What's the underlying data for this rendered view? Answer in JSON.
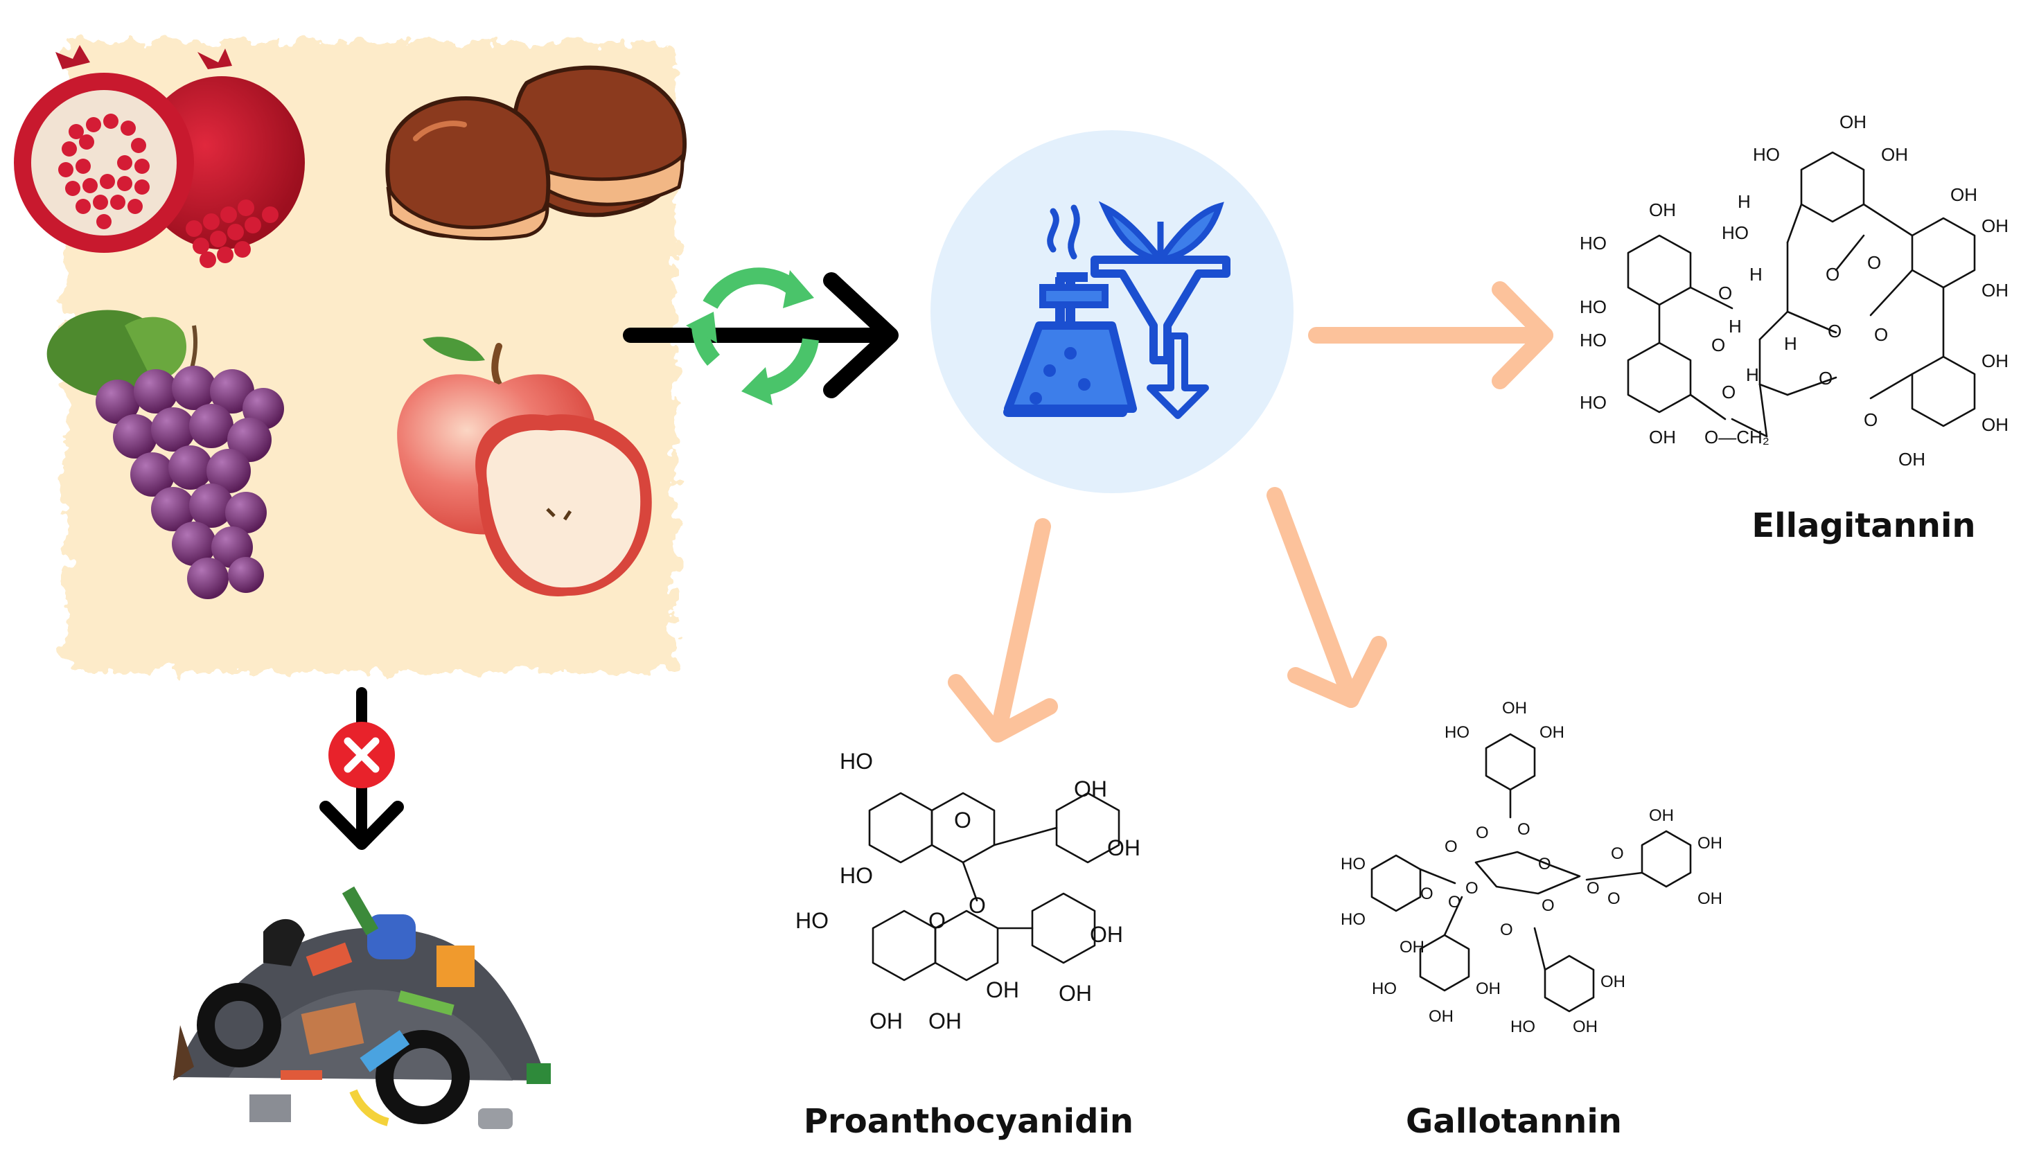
{
  "labels": {
    "ellagitannin": "Ellagitannin",
    "proanthocyanidin": "Proanthocyanidin",
    "gallotannin": "Gallotannin"
  },
  "chem": {
    "ellagitannin": {
      "OH_1": "OH",
      "HO_1": "HO",
      "OH_2": "OH",
      "OH_3": "OH",
      "HO_2": "HO",
      "HO_3": "HO",
      "HO_4": "HO",
      "HO_5": "HO",
      "HO_6": "HO",
      "OH_4": "OH",
      "OH_5": "OH",
      "OH_6": "OH",
      "OH_7": "OH",
      "OH_8": "OH",
      "OH_9": "OH",
      "H_1": "H",
      "H_2": "H",
      "H_3": "H",
      "H_4": "H",
      "H_5": "H",
      "O_1": "O",
      "O_2": "O",
      "O_3": "O",
      "O_4": "O",
      "O_5": "O",
      "O_6": "O",
      "O_7": "O",
      "O_8": "O",
      "O_9": "O",
      "O_10": "O",
      "O_CH2": "O—CH₂"
    },
    "proanthocyanidin": {
      "HO_1": "HO",
      "OH_1": "OH",
      "OH_2": "OH",
      "HO_2": "HO",
      "O_1": "O",
      "O_2": "O",
      "HO_3": "HO",
      "O_3": "O",
      "OH_3": "OH",
      "OH_4": "OH",
      "OH_5": "OH",
      "OH_6": "OH",
      "OH_7": "OH"
    },
    "gallotannin": {
      "OH_1": "OH",
      "HO_1": "HO",
      "OH_2": "OH",
      "O_1": "O",
      "O_2": "O",
      "O_3": "O",
      "HO_2": "HO",
      "HO_3": "HO",
      "OH_3": "OH",
      "O_4": "O",
      "O_5": "O",
      "O_6": "O",
      "O_7": "O",
      "O_8": "O",
      "O_9": "O",
      "O_10": "O",
      "O_11": "O",
      "O_12": "O",
      "OH_4": "OH",
      "OH_5": "OH",
      "OH_6": "OH",
      "HO_4": "HO",
      "OH_7": "OH",
      "OH_8": "OH",
      "HO_5": "HO",
      "OH_9": "OH",
      "OH_10": "OH"
    }
  },
  "colors": {
    "peach_bg": "#fdebc9",
    "arrow_black": "#000000",
    "arrow_peach": "#fcc29b",
    "circle_bg": "#e3f0fc",
    "icon_blue": "#1b4fd0",
    "icon_light_blue": "#3d7eea",
    "recycle_green": "#4ac46a",
    "cross_red": "#e8222b"
  },
  "icons": {
    "pomegranate": "pomegranate-icon",
    "chestnut": "chestnut-icon",
    "grapes": "grapes-icon",
    "apple": "apple-icon",
    "recycle": "recycle-icon",
    "lab": "flask-funnel-icon",
    "cross": "cross-icon",
    "waste": "waste-pile-icon"
  }
}
